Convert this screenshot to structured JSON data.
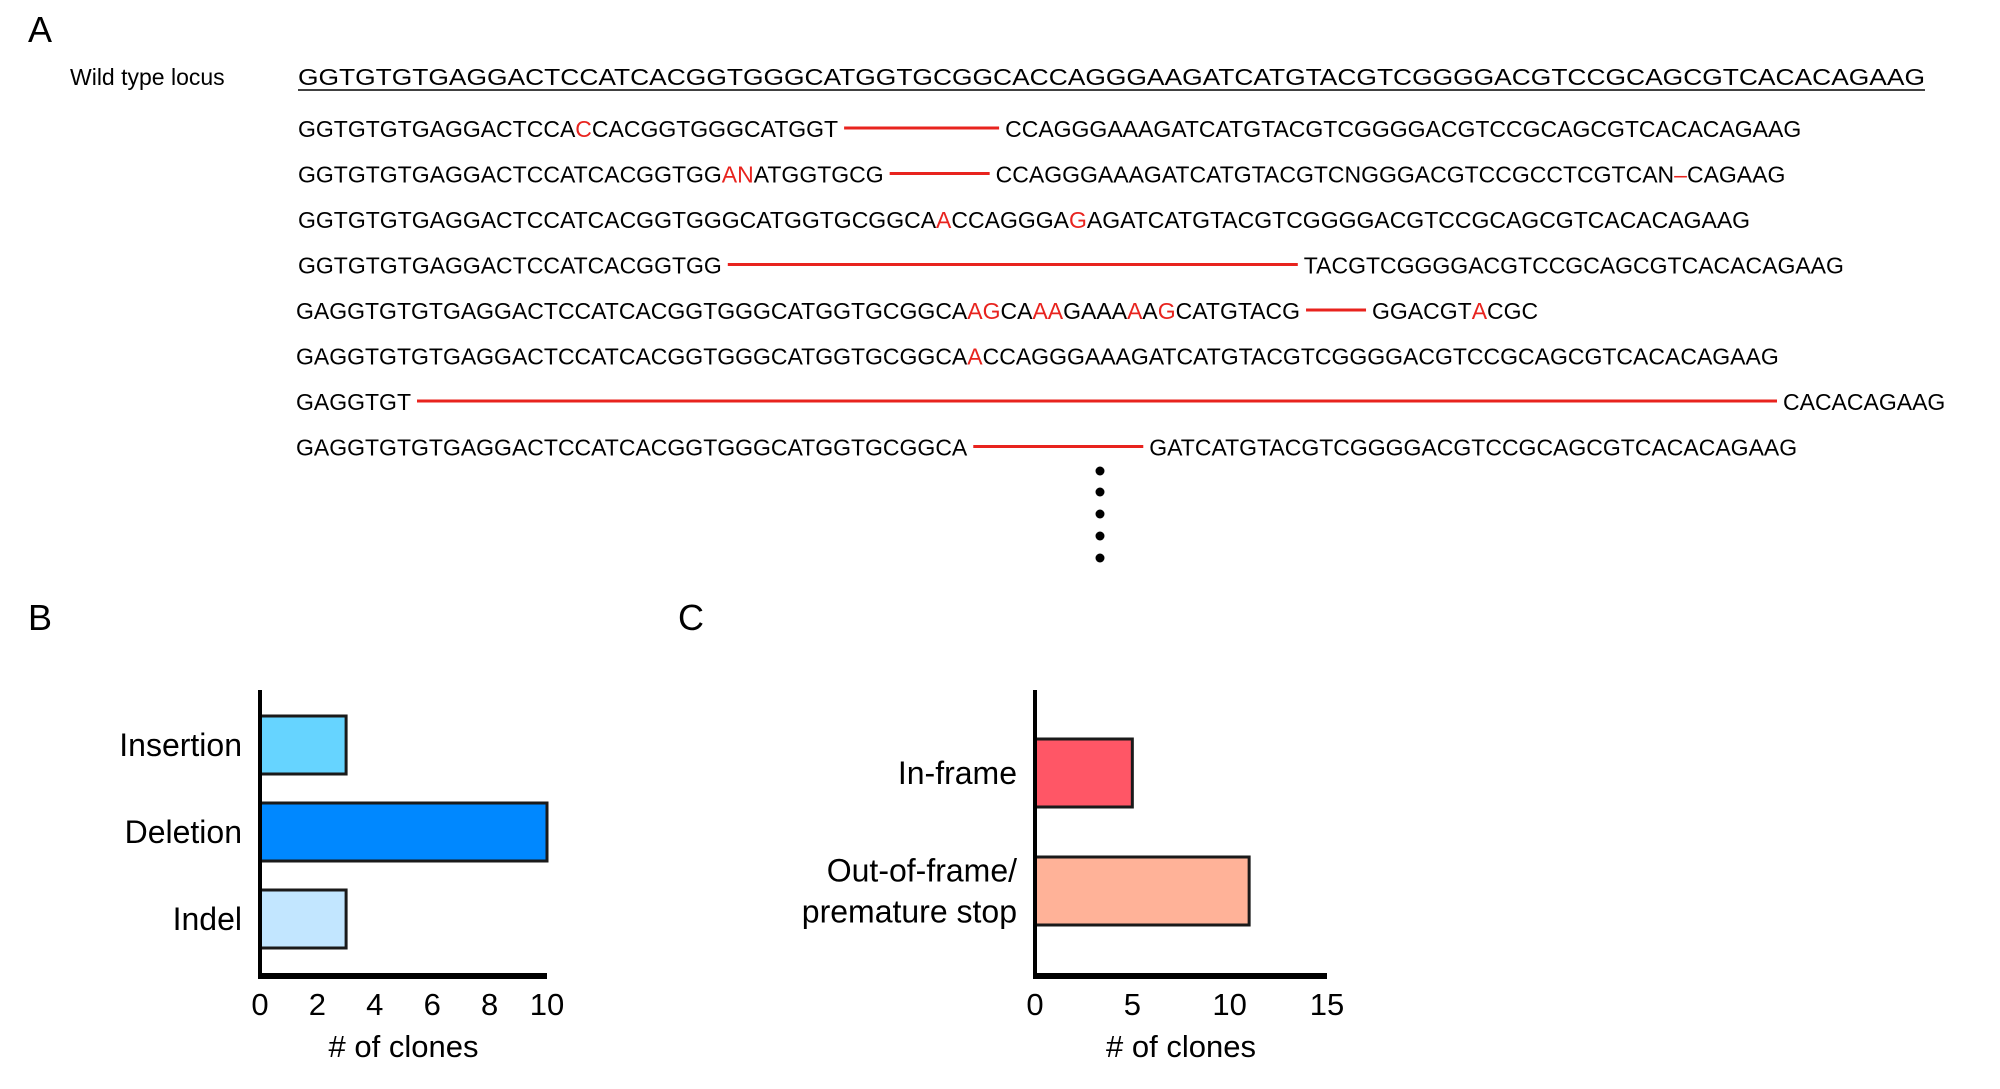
{
  "colors": {
    "mutation": "#e8231e",
    "deletion_line": "#e8231e",
    "text": "#000000"
  },
  "panelA": {
    "letter": "A",
    "wild_type_label": "Wild type locus",
    "wild_type_sequence": "GGTGTGTGAGGACTCCATCACGGTGGGCATGGTGCGGCACCAGGGAAGATCATGTACGTCGGGGACGTCCGCAGCGTCACACAGAAG",
    "rows": [
      [
        {
          "text": "GGTGTGTGAGGACTCCA"
        },
        {
          "text": "C",
          "mut": true
        },
        {
          "text": "CACGGTGGGCATGGT"
        },
        {
          "del": true,
          "len": 155
        },
        {
          "text": "CCAGGGAAAGATCATGTACGTCGGGGACGTCCGCAGCGTCACACAGAAG"
        }
      ],
      [
        {
          "text": "GGTGTGTGAGGACTCCATCACGGTGG"
        },
        {
          "text": "AN",
          "mut": true
        },
        {
          "text": "ATGGTGCG"
        },
        {
          "del": true,
          "len": 100
        },
        {
          "text": "CCAGGGAAAGATCATGTACGTCNGGGACGTCCGCCTCGTCAN"
        },
        {
          "text": "–",
          "mut": true
        },
        {
          "text": "CAGAAG"
        }
      ],
      [
        {
          "text": "GGTGTGTGAGGACTCCATCACGGTGGGCATGGTGCGGCA"
        },
        {
          "text": "A",
          "mut": true
        },
        {
          "text": "CCAGGGA"
        },
        {
          "text": "G",
          "mut": true
        },
        {
          "text": "AGATCATGTACGTCGGGGACGTCCGCAGCGTCACACAGAAG"
        }
      ],
      [
        {
          "text": "GGTGTGTGAGGACTCCATCACGGTGG"
        },
        {
          "del": true,
          "len": 570
        },
        {
          "text": "TACGTCGGGGACGTCCGCAGCGTCACACAGAAG"
        }
      ],
      [
        {
          "text": "GAGGTGTGTGAGGACTCCATCACGGTGGGCATGGTGCGGCA"
        },
        {
          "text": "AG",
          "mut": true
        },
        {
          "text": "CA"
        },
        {
          "text": "AA",
          "mut": true
        },
        {
          "text": "GAAA"
        },
        {
          "text": "A",
          "mut": true
        },
        {
          "text": "A"
        },
        {
          "text": "G",
          "mut": true
        },
        {
          "text": "CATGTACG"
        },
        {
          "del": true,
          "len": 60
        },
        {
          "text": "GGACGT"
        },
        {
          "text": "A",
          "mut": true
        },
        {
          "text": "CGC"
        }
      ],
      [
        {
          "text": "GAGGTGTGTGAGGACTCCATCACGGTGGGCATGGTGCGGCA"
        },
        {
          "text": "A",
          "mut": true
        },
        {
          "text": "CCAGGGAAAGATCATGTACGTCGGGGACGTCCGCAGCGTCACACAGAAG"
        }
      ],
      [
        {
          "text": "GAGGTGT"
        },
        {
          "del": true,
          "len": 1360
        },
        {
          "text": "CACACAGAAG"
        }
      ],
      [
        {
          "text": "GAGGTGTGTGAGGACTCCATCACGGTGGGCATGGTGCGGCA"
        },
        {
          "del": true,
          "len": 170
        },
        {
          "text": "GATCATGTACGTCGGGGACGTCCGCAGCGTCACACAGAAG"
        }
      ]
    ]
  },
  "chart_data": [
    {
      "panel": "B",
      "type": "bar",
      "orientation": "horizontal",
      "categories": [
        "Insertion",
        "Deletion",
        "Indel"
      ],
      "values": [
        3,
        10,
        3
      ],
      "colors": [
        "#66d4ff",
        "#0088ff",
        "#c2e6ff"
      ],
      "xlabel": "# of clones",
      "xlim": [
        0,
        10
      ],
      "xticks": [
        0,
        2,
        4,
        6,
        8,
        10
      ],
      "grid": false
    },
    {
      "panel": "C",
      "type": "bar",
      "orientation": "horizontal",
      "categories": [
        "In-frame",
        "Out-of-frame/\npremature stop"
      ],
      "values": [
        5,
        11
      ],
      "colors": [
        "#ff5666",
        "#ffb298"
      ],
      "xlabel": "# of clones",
      "xlim": [
        0,
        15
      ],
      "xticks": [
        0,
        5,
        10,
        15
      ],
      "grid": false
    }
  ]
}
